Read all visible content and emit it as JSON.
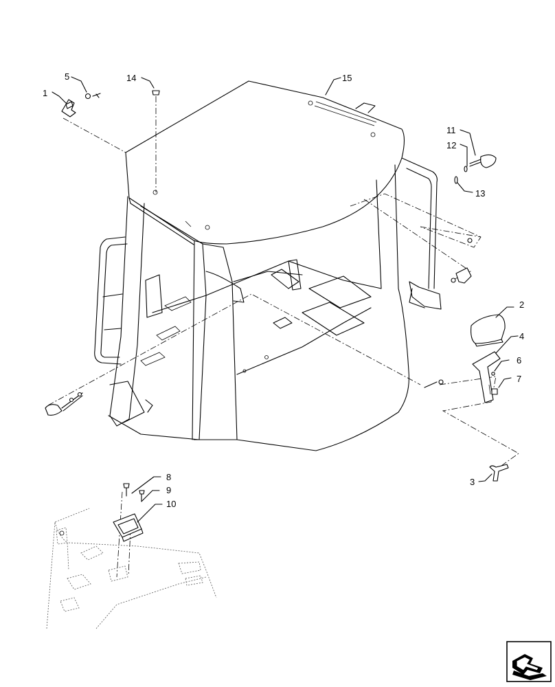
{
  "callouts": [
    {
      "id": "c1",
      "label": "1"
    },
    {
      "id": "c2",
      "label": "2"
    },
    {
      "id": "c3",
      "label": "3"
    },
    {
      "id": "c4",
      "label": "4"
    },
    {
      "id": "c5",
      "label": "5"
    },
    {
      "id": "c6",
      "label": "6"
    },
    {
      "id": "c7",
      "label": "7"
    },
    {
      "id": "c8",
      "label": "8"
    },
    {
      "id": "c9",
      "label": "9"
    },
    {
      "id": "c10",
      "label": "10"
    },
    {
      "id": "c11",
      "label": "11"
    },
    {
      "id": "c12",
      "label": "12"
    },
    {
      "id": "c13",
      "label": "13"
    },
    {
      "id": "c14",
      "label": "14"
    },
    {
      "id": "c15",
      "label": "15"
    }
  ],
  "icons": {
    "navigation": "next-page-arrow-icon"
  }
}
